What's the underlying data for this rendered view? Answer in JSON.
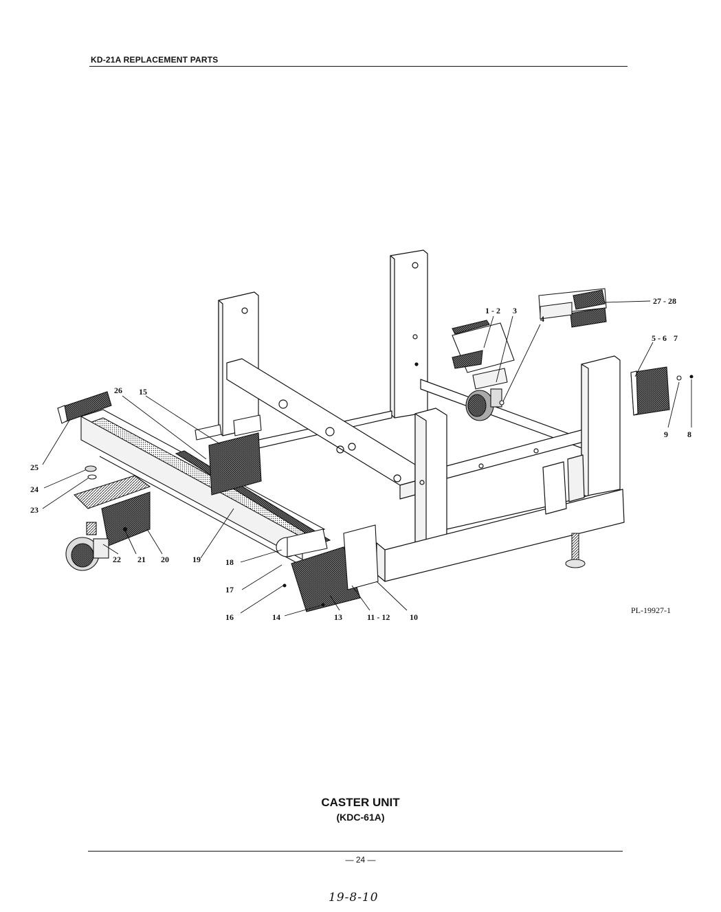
{
  "header": {
    "title": "KD-21A REPLACEMENT PARTS"
  },
  "diagram": {
    "callouts": [
      "1 - 2",
      "3",
      "4",
      "5 - 6",
      "7",
      "8",
      "9",
      "10",
      "11 - 12",
      "13",
      "14",
      "15",
      "16",
      "17",
      "18",
      "19",
      "20",
      "21",
      "22",
      "23",
      "24",
      "25",
      "26",
      "27 - 28"
    ],
    "reference": "PL-19927-1"
  },
  "caption": {
    "title": "CASTER UNIT",
    "model": "(KDC-61A)"
  },
  "footer": {
    "page_number": "— 24 —",
    "handwritten_note": "19-8-10"
  }
}
